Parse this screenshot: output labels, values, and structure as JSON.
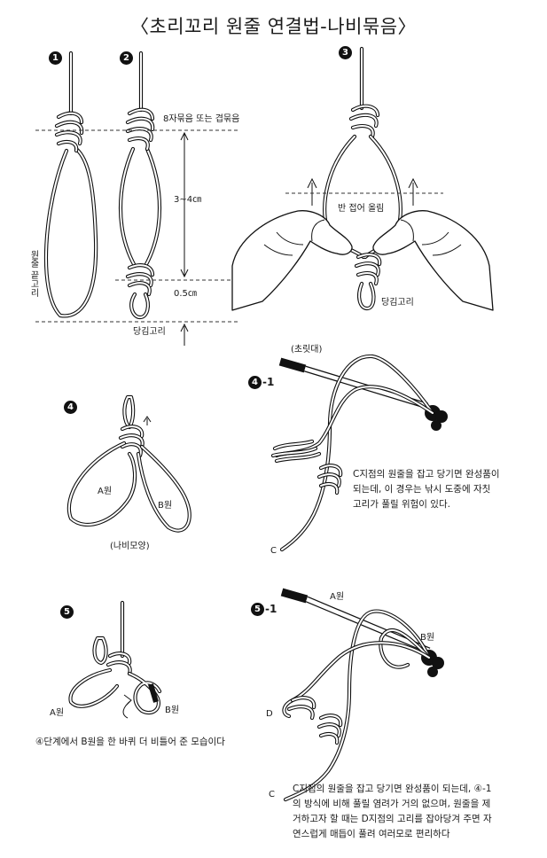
{
  "title": "〈초리꼬리 원줄 연결법-나비묶음〉",
  "steps": {
    "s1": {
      "num": "1",
      "side_label": "원줄 끝고리"
    },
    "s2": {
      "num": "2",
      "knot_label": "8자묶음 또는 겹묶음",
      "gap_label": "3~4㎝",
      "small_gap_label": "0.5㎝",
      "bottom_label": "당김고리"
    },
    "s3": {
      "num": "3",
      "fold_label": "반 접어 올림",
      "pull_label": "당김고리"
    },
    "s4": {
      "num": "4",
      "a_label": "A원",
      "b_label": "B원",
      "caption": "(나비모양)"
    },
    "s4_1": {
      "num": "4",
      "suffix": "-1",
      "rod_label": "(초릿대)",
      "c_label": "C",
      "note": [
        "C지점의 원줄을 잡고 당기면 완성품이",
        "되는데, 이 경우는 낚시 도중에 자칫",
        "고리가 풀릴 위험이 있다."
      ]
    },
    "s5": {
      "num": "5",
      "a_label": "A원",
      "b_label": "B원",
      "note": "④단계에서 B원을 한 바퀴 더 비틀어 준 모습이다"
    },
    "s5_1": {
      "num": "5",
      "suffix": "-1",
      "a_label": "A원",
      "b_label": "B원",
      "d_label": "D",
      "c_label": "C",
      "note": [
        "C지점의 원줄을 잡고 당기면 완성품이 되는데, ④-1",
        "의 방식에 비해 풀릴 염려가 거의 없으며, 원줄을 제",
        "거하고자 할 때는 D지점의 고리를 잡아당겨 주면 자",
        "연스럽게 매듭이 풀려 여러모로 편리하다"
      ]
    }
  }
}
